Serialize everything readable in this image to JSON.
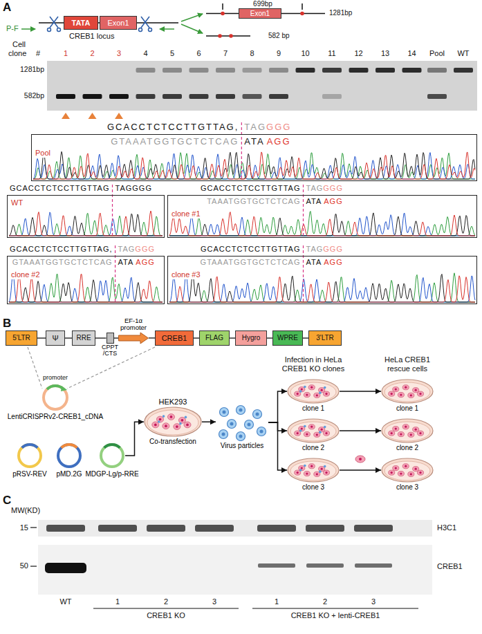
{
  "diagram": {
    "nodes": [
      {
        "text": [
          "TATA"
        ]
      },
      {
        "text": [
          "Exon1"
        ]
      },
      {
        "text": [
          "Exon1"
        ]
      },
      {
        "text": [
          "Pool"
        ]
      },
      {
        "text": [
          "WT"
        ]
      },
      {
        "text": [
          "clone #1"
        ]
      },
      {
        "text": [
          "clone #2"
        ]
      },
      {
        "text": [
          "clone #3"
        ]
      },
      {
        "text": [
          "5'LTR"
        ]
      },
      {
        "text": [
          "Ψ"
        ]
      },
      {
        "text": [
          "RRE"
        ]
      },
      {
        "text": [
          "CPPT /CTS"
        ]
      },
      {
        "text": [
          "EF-1α promoter"
        ]
      },
      {
        "text": [
          "CREB1"
        ]
      },
      {
        "text": [
          "FLAG"
        ]
      },
      {
        "text": [
          "Hygro"
        ]
      },
      {
        "text": [
          "WPRE"
        ]
      },
      {
        "text": [
          "3'LTR"
        ]
      },
      {
        "text": [
          "LentiCRISPRv2-CREB1_cDNA"
        ]
      },
      {
        "text": [
          "pRSV-REV"
        ]
      },
      {
        "text": [
          "pMD.2G"
        ]
      },
      {
        "text": [
          "MDGP-Lg/p-RRE"
        ]
      },
      {
        "text": [
          "HEK293",
          "Co-transfection"
        ]
      },
      {
        "text": [
          "Virus particles"
        ]
      },
      {
        "text": [
          "clone 1"
        ]
      },
      {
        "text": [
          "clone 2"
        ]
      },
      {
        "text": [
          "clone 3"
        ]
      },
      {
        "text": [
          "clone 1"
        ]
      },
      {
        "text": [
          "clone 2"
        ]
      },
      {
        "text": [
          "clone 3"
        ]
      }
    ],
    "edges": [
      {
        "from": 8,
        "to": 9,
        "arrow": "none"
      },
      {
        "from": 9,
        "to": 10,
        "arrow": "none"
      },
      {
        "from": 10,
        "to": 11,
        "arrow": "none"
      },
      {
        "from": 11,
        "to": 12,
        "arrow": "none"
      },
      {
        "from": 12,
        "to": 13,
        "arrow": "none"
      },
      {
        "from": 13,
        "to": 14,
        "arrow": "none"
      },
      {
        "from": 14,
        "to": 15,
        "arrow": "none"
      },
      {
        "from": 15,
        "to": 16,
        "arrow": "none"
      },
      {
        "from": 16,
        "to": 17,
        "arrow": "none"
      },
      {
        "from": 21,
        "to": 22,
        "arrow": "to"
      },
      {
        "from": 22,
        "to": 23,
        "arrow": "to"
      },
      {
        "from": 23,
        "to": 24,
        "arrow": "to"
      },
      {
        "from": 23,
        "to": 25,
        "arrow": "to"
      },
      {
        "from": 23,
        "to": 26,
        "arrow": "to"
      },
      {
        "from": 24,
        "to": 27,
        "arrow": "to"
      },
      {
        "from": 25,
        "to": 28,
        "arrow": "to"
      },
      {
        "from": 26,
        "to": 29,
        "arrow": "to"
      }
    ],
    "labels": [
      "A",
      "P-F",
      "CREB1 locus",
      "699bp",
      "1281bp",
      "582 bp",
      "Cell",
      "clone",
      "#",
      "1",
      "2",
      "3",
      "4",
      "5",
      "6",
      "7",
      "8",
      "9",
      "10",
      "11",
      "12",
      "13",
      "14",
      "Pool",
      "WT",
      "1281bp",
      "582bp",
      "GCACCTCTCCTTGTTAG,",
      "TAG",
      "GGG",
      "GTAAATGGTGCTCTCAG",
      "ATA",
      "AGG",
      "GCACCTCTCCTTGTTAG",
      "TAGGGG",
      "GCACCTCTCCTTGTTAG",
      "TAG",
      "GGG",
      "TAAATGGTGCTCTCAG",
      "ATA",
      "AGG",
      "GCACCTCTCCTTGTTAG,",
      "TAG",
      "GGG",
      "GTAAATGGTGCTCTCAG",
      "ATA",
      "AGG",
      "GCACCTCTCCTTGTTAG",
      "TAG",
      "GGG",
      "GTAAATGGTGCTCTCAG",
      "ATA",
      "AGG",
      "B",
      "promoter",
      "Infection in HeLa CREB1 KO clones",
      "HeLa CREB1 rescue cells",
      "C",
      "MW(KD)",
      "15",
      "50",
      "H3C1",
      "CREB1",
      "WT",
      "1",
      "2",
      "3",
      "1",
      "2",
      "3",
      "CREB1 KO",
      "CREB1 KO + lenti-CREB1"
    ]
  }
}
